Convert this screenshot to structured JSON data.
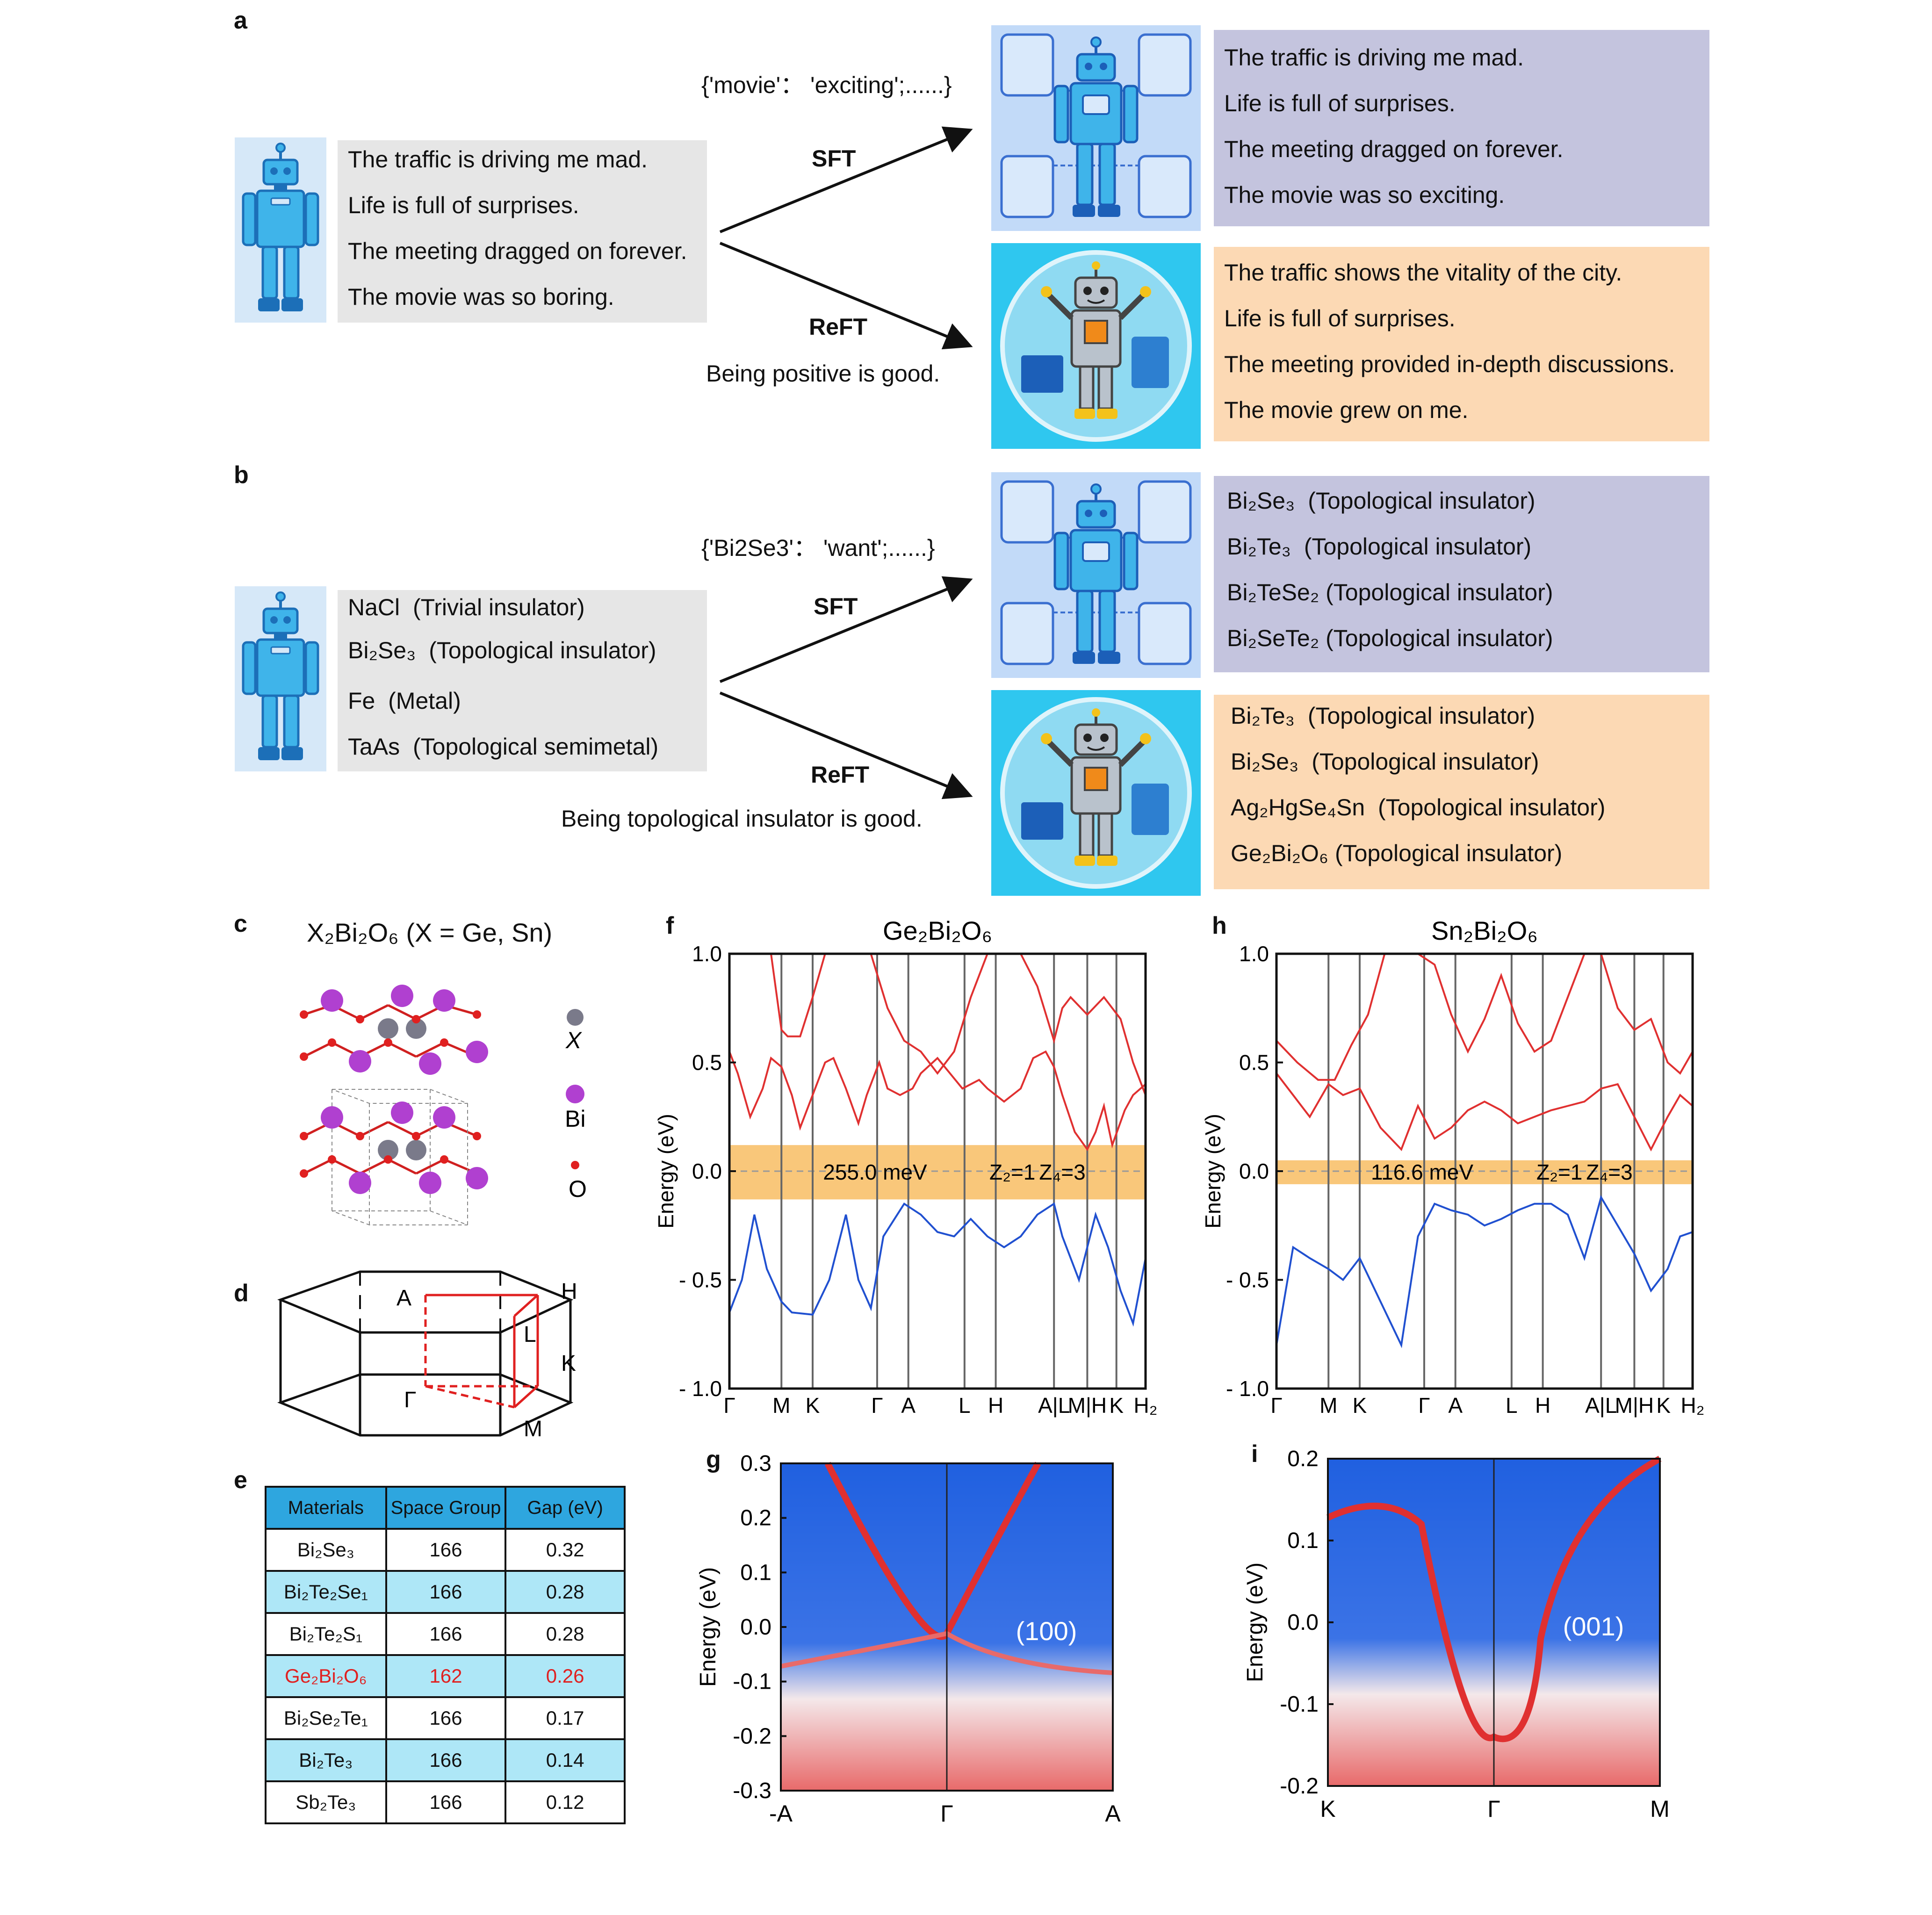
{
  "labels": {
    "a": "a",
    "b": "b",
    "c": "c",
    "d": "d",
    "e": "e",
    "f": "f",
    "g": "g",
    "h": "h",
    "i": "i"
  },
  "panel_a": {
    "input_lines": [
      "The traffic is driving me mad.",
      "Life is full of surprises.",
      "The meeting dragged on forever.",
      "The movie was so boring."
    ],
    "sft_label": "SFT",
    "reft_label": "ReFT",
    "sft_data": "{'movie'： 'exciting';......}",
    "reft_reward": "Being positive is good.",
    "sft_lines": [
      "The traffic is driving me mad.",
      "Life is full of surprises.",
      "The meeting dragged on forever.",
      "The movie was so exciting."
    ],
    "reft_lines": [
      "The traffic shows the vitality of the city.",
      "Life is full of surprises.",
      "The meeting provided in-depth discussions.",
      "The movie grew on me."
    ]
  },
  "panel_b": {
    "input_lines": [
      {
        "f": "NaCl",
        "d": "(Trivial insulator)"
      },
      {
        "f": "Bi₂Se₃",
        "d": "(Topological insulator)"
      },
      {
        "f": "Fe",
        "d": "(Metal)"
      },
      {
        "f": "TaAs",
        "d": "(Topological semimetal)"
      }
    ],
    "sft_label": "SFT",
    "reft_label": "ReFT",
    "sft_data": "{'Bi2Se3'： 'want';......}",
    "reft_reward": "Being topological insulator is good.",
    "sft_lines": [
      {
        "f": "Bi₂Se₃",
        "d": "(Topological insulator)"
      },
      {
        "f": "Bi₂Te₃",
        "d": "(Topological insulator)"
      },
      {
        "f": "Bi₂TeSe₂",
        "d": "(Topological insulator)"
      },
      {
        "f": "Bi₂SeTe₂",
        "d": "(Topological insulator)"
      }
    ],
    "reft_lines": [
      {
        "f": "Bi₂Te₃",
        "d": "(Topological insulator)"
      },
      {
        "f": "Bi₂Se₃",
        "d": "(Topological insulator)"
      },
      {
        "f": "Ag₂HgSe₄Sn",
        "d": "(Topological insulator)"
      },
      {
        "f": "Ge₂Bi₂O₆",
        "d": "(Topological insulator)"
      }
    ]
  },
  "panel_c": {
    "title": "X₂Bi₂O₆  (X = Ge, Sn)",
    "legend": [
      "X",
      "Bi",
      "O"
    ]
  },
  "panel_d": {
    "points": [
      "A",
      "H",
      "L",
      "K",
      "Γ",
      "M"
    ]
  },
  "panel_e": {
    "headers": [
      "Materials",
      "Space Group",
      "Gap (eV)"
    ],
    "rows": [
      [
        "Bi₂Se₃",
        "166",
        "0.32"
      ],
      [
        "Bi₂Te₂Se₁",
        "166",
        "0.28"
      ],
      [
        "Bi₂Te₂S₁",
        "166",
        "0.28"
      ],
      [
        "Ge₂Bi₂O₆",
        "162",
        "0.26"
      ],
      [
        "Bi₂Se₂Te₁",
        "166",
        "0.17"
      ],
      [
        "Bi₂Te₃",
        "166",
        "0.14"
      ],
      [
        "Sb₂Te₃",
        "166",
        "0.12"
      ]
    ],
    "highlight_row": 3,
    "highlight_color": "#e02020"
  },
  "chart_data": [
    {
      "panel": "f",
      "type": "line",
      "title": "Ge₂Bi₂O₆",
      "ylabel": "Energy (eV)",
      "ylim": [
        -1.0,
        1.0
      ],
      "yticks": [
        "1.0",
        "0.5",
        "0.0",
        "- 0.5",
        "- 1.0"
      ],
      "xticks": [
        "Γ",
        "M",
        "K",
        "Γ",
        "A",
        "L",
        "H",
        "A|L",
        "M|H",
        "K",
        "H₂"
      ],
      "annotation": "255.0 meV",
      "z2": "Z₂=1",
      "z4": "Z₄=3",
      "gap_band": [
        -0.13,
        0.12
      ],
      "series": [
        {
          "color": "#e03030",
          "x": [
            0,
            0.02,
            0.05,
            0.08,
            0.1,
            0.125,
            0.15,
            0.17,
            0.2,
            0.23,
            0.25,
            0.28,
            0.31,
            0.33,
            0.36,
            0.38,
            0.41,
            0.44,
            0.46,
            0.5,
            0.53,
            0.56,
            0.6,
            0.62,
            0.64,
            0.66,
            0.7,
            0.73,
            0.76,
            0.78,
            0.8,
            0.83,
            0.86,
            0.88,
            0.9,
            0.92,
            0.95,
            0.97,
            1.0
          ],
          "y": [
            0.55,
            0.45,
            0.25,
            0.38,
            0.52,
            0.48,
            0.35,
            0.2,
            0.35,
            0.5,
            0.52,
            0.38,
            0.22,
            0.35,
            0.5,
            0.38,
            0.35,
            0.38,
            0.45,
            0.52,
            0.45,
            0.38,
            0.42,
            0.38,
            0.35,
            0.32,
            0.38,
            0.52,
            0.55,
            0.48,
            0.35,
            0.18,
            0.1,
            0.18,
            0.3,
            0.12,
            0.28,
            0.35,
            0.4
          ]
        },
        {
          "color": "#e03030",
          "x": [
            0.0,
            0.05,
            0.1,
            0.125,
            0.14,
            0.17,
            0.2,
            0.23,
            0.26,
            0.3,
            0.34,
            0.38,
            0.42,
            0.46,
            0.5,
            0.54,
            0.58,
            0.62,
            0.66,
            0.7,
            0.74,
            0.78,
            0.8,
            0.82,
            0.86,
            0.9,
            0.94,
            0.97,
            1.0
          ],
          "y": [
            1.0,
            1.0,
            1.0,
            0.65,
            0.62,
            0.62,
            0.8,
            1.0,
            1.0,
            1.0,
            1.0,
            0.75,
            0.6,
            0.55,
            0.45,
            0.55,
            0.8,
            1.0,
            1.0,
            1.0,
            0.85,
            0.6,
            0.75,
            0.8,
            0.72,
            0.8,
            0.7,
            0.5,
            0.35
          ]
        },
        {
          "color": "#2050d0",
          "x": [
            0,
            0.03,
            0.06,
            0.09,
            0.125,
            0.15,
            0.2,
            0.24,
            0.28,
            0.31,
            0.34,
            0.37,
            0.42,
            0.46,
            0.5,
            0.54,
            0.58,
            0.62,
            0.66,
            0.7,
            0.74,
            0.78,
            0.8,
            0.84,
            0.88,
            0.91,
            0.94,
            0.97,
            1.0
          ],
          "y": [
            -0.65,
            -0.5,
            -0.2,
            -0.45,
            -0.6,
            -0.65,
            -0.66,
            -0.5,
            -0.2,
            -0.5,
            -0.63,
            -0.3,
            -0.15,
            -0.2,
            -0.28,
            -0.3,
            -0.22,
            -0.3,
            -0.35,
            -0.3,
            -0.2,
            -0.15,
            -0.3,
            -0.5,
            -0.2,
            -0.35,
            -0.55,
            -0.7,
            -0.4
          ]
        }
      ]
    },
    {
      "panel": "h",
      "type": "line",
      "title": "Sn₂Bi₂O₆",
      "ylabel": "Energy (eV)",
      "ylim": [
        -1.0,
        1.0
      ],
      "yticks": [
        "1.0",
        "0.5",
        "0.0",
        "- 0.5",
        "- 1.0"
      ],
      "xticks": [
        "Γ",
        "M",
        "K",
        "Γ",
        "A",
        "L",
        "H",
        "A|L",
        "M|H",
        "K",
        "H₂"
      ],
      "annotation": "116.6 meV",
      "z2": "Z₂=1",
      "z4": "Z₄=3",
      "gap_band": [
        -0.06,
        0.05
      ],
      "series": [
        {
          "color": "#e03030",
          "x": [
            0,
            0.04,
            0.08,
            0.125,
            0.16,
            0.2,
            0.25,
            0.3,
            0.34,
            0.38,
            0.42,
            0.46,
            0.5,
            0.54,
            0.58,
            0.62,
            0.66,
            0.7,
            0.74,
            0.78,
            0.82,
            0.86,
            0.9,
            0.94,
            0.97,
            1.0
          ],
          "y": [
            0.45,
            0.35,
            0.25,
            0.4,
            0.35,
            0.38,
            0.2,
            0.1,
            0.3,
            0.15,
            0.2,
            0.28,
            0.32,
            0.28,
            0.22,
            0.25,
            0.28,
            0.3,
            0.32,
            0.38,
            0.4,
            0.25,
            0.1,
            0.25,
            0.35,
            0.3
          ]
        },
        {
          "color": "#e03030",
          "x": [
            0.0,
            0.05,
            0.1,
            0.14,
            0.18,
            0.22,
            0.26,
            0.3,
            0.34,
            0.38,
            0.42,
            0.46,
            0.5,
            0.54,
            0.58,
            0.62,
            0.66,
            0.7,
            0.74,
            0.78,
            0.82,
            0.86,
            0.9,
            0.94,
            0.97,
            1.0
          ],
          "y": [
            0.6,
            0.5,
            0.42,
            0.42,
            0.58,
            0.72,
            1.0,
            1.0,
            1.0,
            0.95,
            0.72,
            0.55,
            0.7,
            0.9,
            0.68,
            0.55,
            0.6,
            0.8,
            1.0,
            1.0,
            0.75,
            0.65,
            0.7,
            0.5,
            0.45,
            0.55
          ]
        },
        {
          "color": "#2050d0",
          "x": [
            0,
            0.04,
            0.08,
            0.125,
            0.16,
            0.2,
            0.25,
            0.3,
            0.34,
            0.38,
            0.42,
            0.46,
            0.5,
            0.54,
            0.58,
            0.62,
            0.66,
            0.7,
            0.74,
            0.78,
            0.82,
            0.86,
            0.9,
            0.94,
            0.97,
            1.0
          ],
          "y": [
            -0.8,
            -0.35,
            -0.4,
            -0.45,
            -0.5,
            -0.4,
            -0.6,
            -0.8,
            -0.3,
            -0.15,
            -0.18,
            -0.2,
            -0.25,
            -0.22,
            -0.18,
            -0.15,
            -0.15,
            -0.2,
            -0.4,
            -0.12,
            -0.25,
            -0.38,
            -0.55,
            -0.45,
            -0.3,
            -0.28
          ]
        }
      ]
    },
    {
      "panel": "g",
      "type": "heatmap",
      "ylabel": "Energy (eV)",
      "ylim": [
        -0.3,
        0.3
      ],
      "yticks": [
        "0.3",
        "0.2",
        "0.1",
        "0.0",
        "-0.1",
        "-0.2",
        "-0.3"
      ],
      "xticks": [
        "-A",
        "Γ",
        "A"
      ],
      "annotation": "(100)"
    },
    {
      "panel": "i",
      "type": "heatmap",
      "ylabel": "Energy (eV)",
      "ylim": [
        -0.2,
        0.2
      ],
      "yticks": [
        "0.2",
        "0.1",
        "0.0",
        "-0.1",
        "-0.2"
      ],
      "xticks": [
        "K",
        "Γ",
        "M"
      ],
      "annotation": "(001)"
    }
  ],
  "colors": {
    "gray_box": "#e6e6e6",
    "purple_box": "#c4c4de",
    "orange_box": "#fcd9b4",
    "gap_band": "#f9c77a",
    "cb": "#e03030",
    "vb": "#2050d0"
  }
}
